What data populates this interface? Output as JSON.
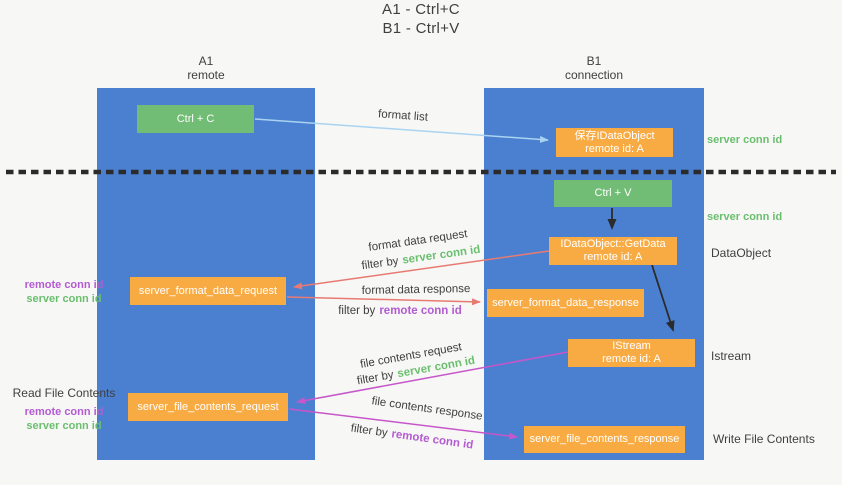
{
  "title": {
    "line1": "A1 - Ctrl+C",
    "line2": "B1 - Ctrl+V"
  },
  "columns": {
    "left": {
      "title": "A1",
      "subtitle": "remote"
    },
    "right": {
      "title": "B1",
      "subtitle": "connection"
    }
  },
  "nodes": {
    "ctrl_c": {
      "label": "Ctrl + C"
    },
    "save_dataobject": {
      "line1": "保存IDataObject",
      "line2": "remote id: A"
    },
    "ctrl_v": {
      "label": "Ctrl + V"
    },
    "getdata": {
      "line1": "IDataObject::GetData",
      "line2": "remote id: A"
    },
    "format_request": {
      "label": "server_format_data_request"
    },
    "format_response": {
      "label": "server_format_data_response"
    },
    "istream": {
      "line1": "IStream",
      "line2": "remote id: A"
    },
    "file_request": {
      "label": "server_file_contents_request"
    },
    "file_response": {
      "label": "server_file_contents_response"
    }
  },
  "arrow_labels": {
    "format_list": "format list",
    "format_data_request": "format data request",
    "format_data_response": "format data response",
    "file_contents_request": "file contents request",
    "file_contents_response": "file contents response",
    "filter_by": "filter by",
    "server_conn_id": "server conn id",
    "remote_conn_id": "remote conn id"
  },
  "side_labels": {
    "server_conn_id_top": "server conn id",
    "server_conn_id_mid": "server conn id",
    "dataobject": "DataObject",
    "istream": "Istream",
    "write_file_contents": "Write File Contents",
    "read_file_contents": "Read File Contents",
    "remote_conn_id": "remote conn id",
    "server_conn_id": "server conn id"
  },
  "colors": {
    "bg": "#f7f7f6",
    "blue": "#4b80d1",
    "green": "#72bd75",
    "orange": "#f9ab43",
    "green_text": "#6abf6e",
    "purple_text": "#b35bd1",
    "dark": "#3f3f3f",
    "salmon": "#e87a72",
    "magenta": "#c656c9",
    "lightblue": "#a9d3f0",
    "black": "#2b2b2b"
  }
}
